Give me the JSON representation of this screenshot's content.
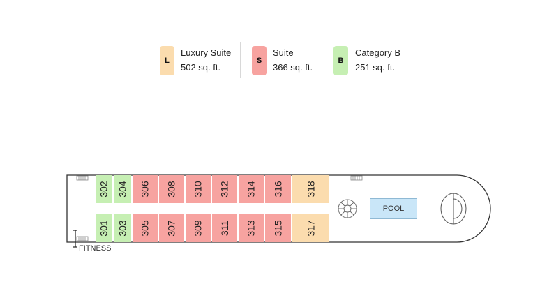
{
  "legend": [
    {
      "code": "L",
      "name": "Luxury Suite",
      "size": "502 sq. ft.",
      "color": "#fbdcae"
    },
    {
      "code": "S",
      "name": "Suite",
      "size": "366 sq. ft.",
      "color": "#f7a3a0"
    },
    {
      "code": "B",
      "name": "Category B",
      "size": "251 sq. ft.",
      "color": "#c6efb3"
    }
  ],
  "deck": {
    "top_row": [
      {
        "number": "302",
        "category": "B"
      },
      {
        "number": "304",
        "category": "B"
      },
      {
        "number": "306",
        "category": "S"
      },
      {
        "number": "308",
        "category": "S"
      },
      {
        "number": "310",
        "category": "S"
      },
      {
        "number": "312",
        "category": "S"
      },
      {
        "number": "314",
        "category": "S"
      },
      {
        "number": "316",
        "category": "S"
      },
      {
        "number": "318",
        "category": "L"
      }
    ],
    "bottom_row": [
      {
        "number": "301",
        "category": "B"
      },
      {
        "number": "303",
        "category": "B"
      },
      {
        "number": "305",
        "category": "S"
      },
      {
        "number": "307",
        "category": "S"
      },
      {
        "number": "309",
        "category": "S"
      },
      {
        "number": "311",
        "category": "S"
      },
      {
        "number": "313",
        "category": "S"
      },
      {
        "number": "315",
        "category": "S"
      },
      {
        "number": "317",
        "category": "L"
      }
    ],
    "pool_label": "POOL",
    "fitness_label": "FITNESS"
  },
  "colors": {
    "L": "#fbdcae",
    "S": "#f7a3a0",
    "B": "#c6efb3",
    "pool": "#c9e6f8",
    "hull": "#333333"
  }
}
